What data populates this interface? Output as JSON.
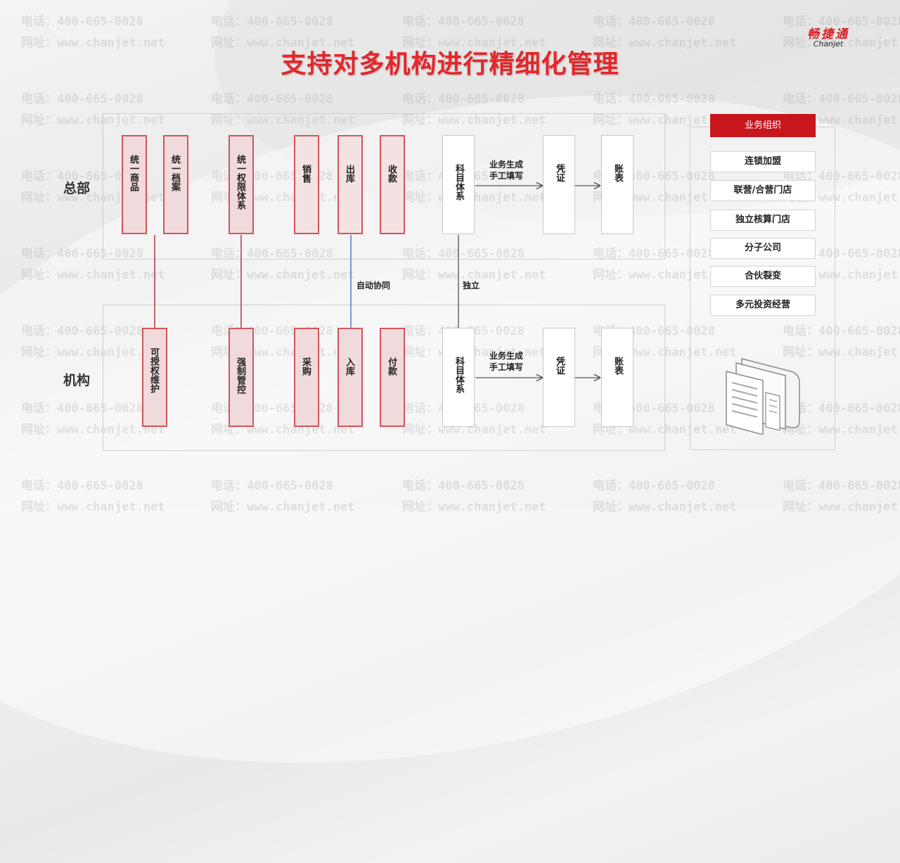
{
  "title": "支持对多机构进行精细化管理",
  "logo": {
    "cn": "畅捷通",
    "en": "Chanjet"
  },
  "watermark": {
    "phone": "电话：400-665-0028",
    "site": "网址：www.chanjet.net"
  },
  "rows": {
    "hq": "总部",
    "branch": "机构"
  },
  "hq_boxes": [
    "统一商品",
    "统一档案",
    "统一权限体系",
    "销售",
    "出库",
    "收款",
    "科目体系",
    "凭证",
    "账表"
  ],
  "branch_boxes": [
    "可授权维护",
    "强制管控",
    "采购",
    "入库",
    "付款",
    "科目体系",
    "凭证",
    "账表"
  ],
  "flow_text": {
    "line1": "业务生成",
    "line2": "手工填写"
  },
  "notes": {
    "auto_sync": "自动协同",
    "independent": "独立"
  },
  "org": {
    "header": "业务组织",
    "items": [
      "连锁加盟",
      "联营/合营门店",
      "独立核算门店",
      "分子公司",
      "合伙裂变",
      "多元投资经营"
    ]
  },
  "colors": {
    "accent": "#e5262a",
    "box_border": "#d0565b",
    "box_fill": "#f1dadb",
    "header": "#c8161d"
  },
  "icons": [
    "folder-documents-icon"
  ]
}
